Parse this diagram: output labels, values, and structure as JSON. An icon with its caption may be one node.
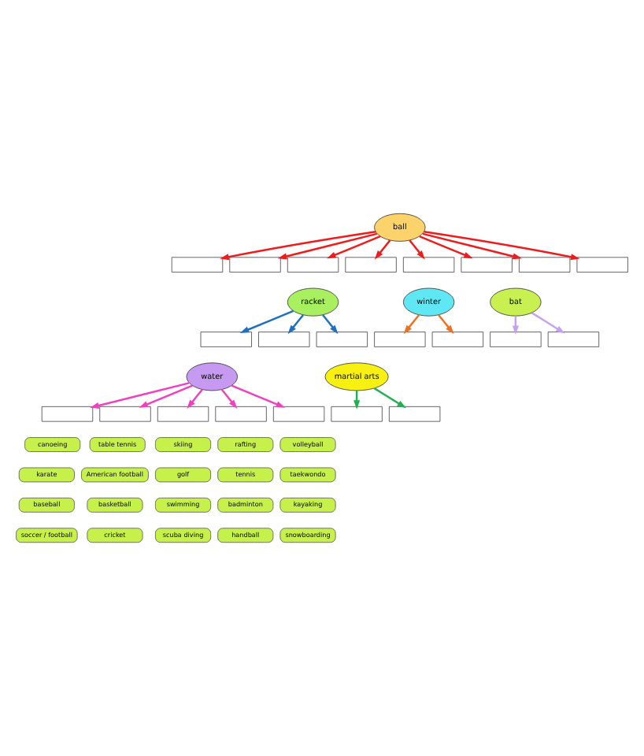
{
  "diagram": {
    "nodes": [
      {
        "text": [
          "ball"
        ]
      },
      {
        "text": [],
        "shape": "box"
      },
      {
        "text": [],
        "shape": "box"
      },
      {
        "text": [],
        "shape": "box"
      },
      {
        "text": [],
        "shape": "box"
      },
      {
        "text": [],
        "shape": "box"
      },
      {
        "text": [],
        "shape": "box"
      },
      {
        "text": [],
        "shape": "box"
      },
      {
        "text": [],
        "shape": "box"
      },
      {
        "text": [
          "racket"
        ]
      },
      {
        "text": [],
        "shape": "box"
      },
      {
        "text": [],
        "shape": "box"
      },
      {
        "text": [],
        "shape": "box"
      },
      {
        "text": [
          "winter"
        ]
      },
      {
        "text": [],
        "shape": "box"
      },
      {
        "text": [],
        "shape": "box"
      },
      {
        "text": [
          "water"
        ]
      },
      {
        "text": [],
        "shape": "box"
      },
      {
        "text": [],
        "shape": "box"
      },
      {
        "text": [],
        "shape": "box"
      },
      {
        "text": [],
        "shape": "box"
      },
      {
        "text": [],
        "shape": "box"
      },
      {
        "text": [
          "bat"
        ]
      },
      {
        "text": [],
        "shape": "box"
      },
      {
        "text": [],
        "shape": "box"
      },
      {
        "text": [
          "martial arts"
        ]
      },
      {
        "text": [],
        "shape": "box"
      },
      {
        "text": [],
        "shape": "box"
      },
      {
        "text": [
          "canoeing"
        ]
      },
      {
        "text": [
          "table tennis"
        ]
      },
      {
        "text": [
          "skiing"
        ]
      },
      {
        "text": [
          "rafting"
        ]
      },
      {
        "text": [
          "volleyball"
        ]
      },
      {
        "text": [
          "karate"
        ]
      },
      {
        "text": [
          "American football"
        ]
      },
      {
        "text": [
          "golf"
        ]
      },
      {
        "text": [
          "tennis"
        ]
      },
      {
        "text": [
          "taekwondo"
        ]
      },
      {
        "text": [
          "baseball"
        ]
      },
      {
        "text": [
          "basketball"
        ]
      },
      {
        "text": [
          "swimming"
        ]
      },
      {
        "text": [
          "badminton"
        ]
      },
      {
        "text": [
          "kayaking"
        ]
      },
      {
        "text": [
          "soccer / football"
        ]
      },
      {
        "text": [
          "cricket"
        ]
      },
      {
        "text": [
          "scuba diving"
        ]
      },
      {
        "text": [
          "handball"
        ]
      },
      {
        "text": [
          "snowboarding"
        ]
      }
    ],
    "edges": [
      {
        "from": 0,
        "to": 1,
        "arrow": "to"
      },
      {
        "from": 0,
        "to": 2,
        "arrow": "to"
      },
      {
        "from": 0,
        "to": 3,
        "arrow": "to"
      },
      {
        "from": 0,
        "to": 4,
        "arrow": "to"
      },
      {
        "from": 0,
        "to": 5,
        "arrow": "to"
      },
      {
        "from": 0,
        "to": 6,
        "arrow": "to"
      },
      {
        "from": 0,
        "to": 7,
        "arrow": "to"
      },
      {
        "from": 0,
        "to": 8,
        "arrow": "to"
      },
      {
        "from": 9,
        "to": 10,
        "arrow": "to",
        "color": "#1f6fc0"
      },
      {
        "from": 9,
        "to": 11,
        "arrow": "to",
        "color": "#1f6fc0"
      },
      {
        "from": 9,
        "to": 12,
        "arrow": "to",
        "color": "#1f6fc0"
      },
      {
        "from": 13,
        "to": 14,
        "arrow": "to",
        "color": "#f07020"
      },
      {
        "from": 13,
        "to": 15,
        "arrow": "to",
        "color": "#f07020"
      },
      {
        "from": 16,
        "to": 17,
        "arrow": "to",
        "color": "#f040c0"
      },
      {
        "from": 16,
        "to": 18,
        "arrow": "to",
        "color": "#f040c0"
      },
      {
        "from": 16,
        "to": 19,
        "arrow": "to",
        "color": "#f040c0"
      },
      {
        "from": 16,
        "to": 20,
        "arrow": "to",
        "color": "#f040c0"
      },
      {
        "from": 16,
        "to": 21,
        "arrow": "to",
        "color": "#f040c0"
      },
      {
        "from": 22,
        "to": 23,
        "arrow": "to",
        "color": "#c8a0f0"
      },
      {
        "from": 22,
        "to": 24,
        "arrow": "to",
        "color": "#c8a0f0"
      },
      {
        "from": 25,
        "to": 26,
        "arrow": "to",
        "color": "#20b050"
      },
      {
        "from": 25,
        "to": 27,
        "arrow": "to",
        "color": "#20b050"
      }
    ]
  }
}
